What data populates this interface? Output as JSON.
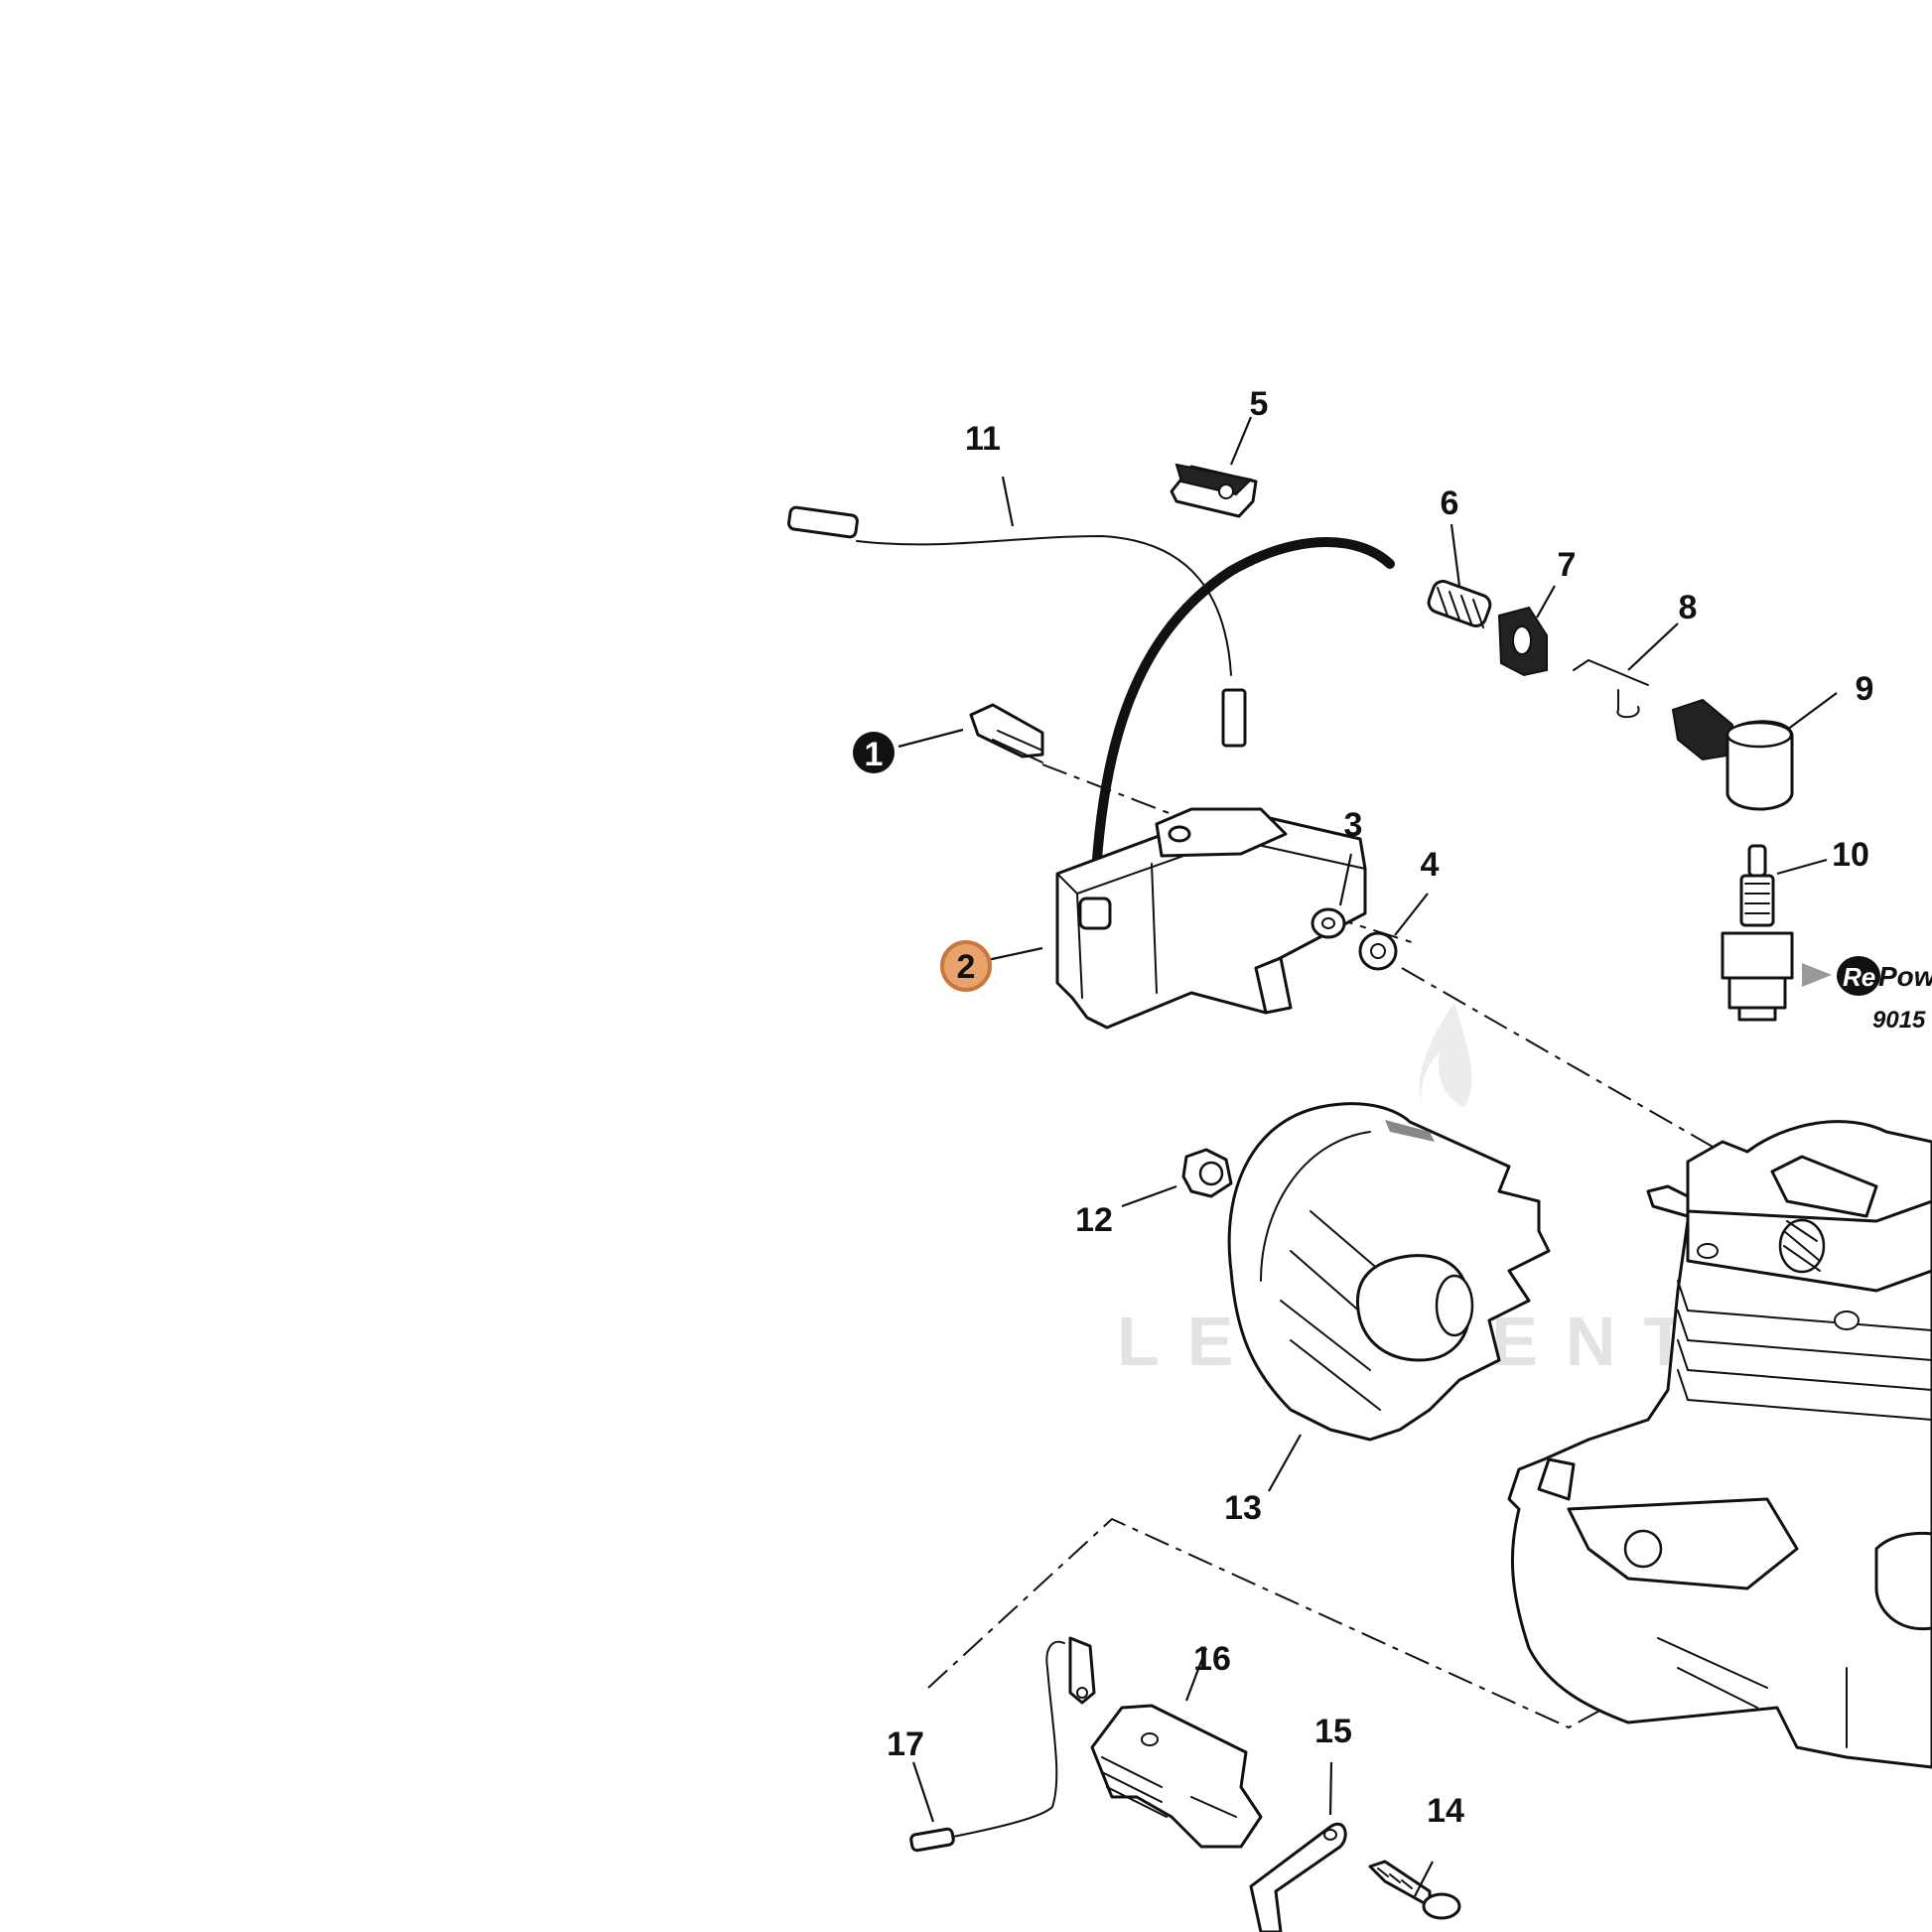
{
  "callouts": [
    {
      "id": "1",
      "label": "1",
      "style": "filled-black"
    },
    {
      "id": "2",
      "label": "2",
      "style": "highlight-orange"
    },
    {
      "id": "3",
      "label": "3",
      "style": "plain"
    },
    {
      "id": "4",
      "label": "4",
      "style": "plain"
    },
    {
      "id": "5",
      "label": "5",
      "style": "plain"
    },
    {
      "id": "6",
      "label": "6",
      "style": "plain"
    },
    {
      "id": "7",
      "label": "7",
      "style": "plain"
    },
    {
      "id": "8",
      "label": "8",
      "style": "plain"
    },
    {
      "id": "9",
      "label": "9",
      "style": "plain"
    },
    {
      "id": "10",
      "label": "10",
      "style": "plain"
    },
    {
      "id": "11",
      "label": "11",
      "style": "plain"
    },
    {
      "id": "12",
      "label": "12",
      "style": "plain"
    },
    {
      "id": "13",
      "label": "13",
      "style": "plain"
    },
    {
      "id": "14",
      "label": "14",
      "style": "plain"
    },
    {
      "id": "15",
      "label": "15",
      "style": "plain"
    },
    {
      "id": "16",
      "label": "16",
      "style": "plain"
    },
    {
      "id": "17",
      "label": "17",
      "style": "plain"
    }
  ],
  "watermark": "LEADVENTURE",
  "logo": {
    "prefix": "Re",
    "suffix": "Pow",
    "code": "9015"
  },
  "colors": {
    "highlight_fill": "#e8a36c",
    "highlight_stroke": "#c9773a",
    "ink": "#111111",
    "watermark": "#e3e3e3"
  }
}
